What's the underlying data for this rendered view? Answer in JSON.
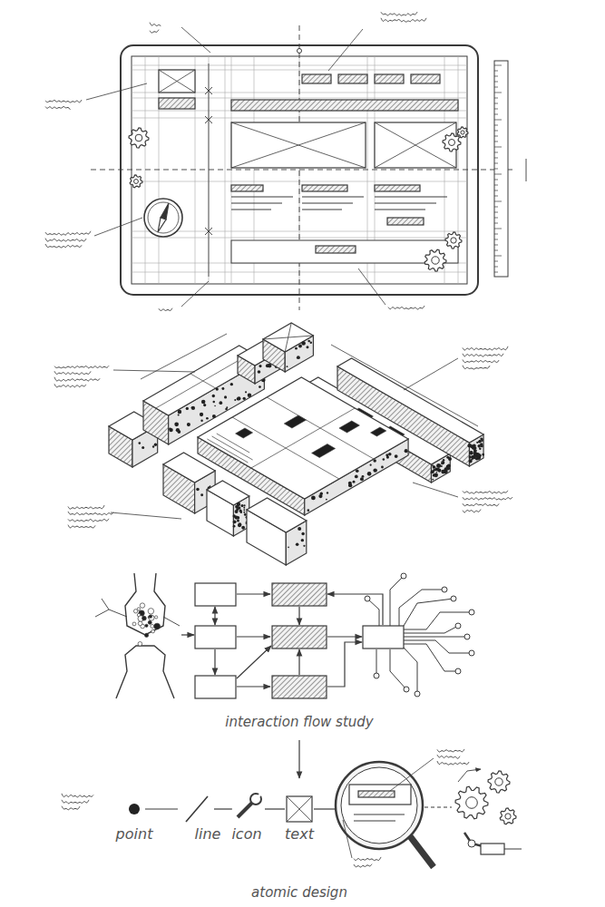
{
  "diagram": {
    "labels": [
      "interaction flow study",
      "point",
      "line",
      "icon",
      "text",
      "atomic design"
    ]
  }
}
